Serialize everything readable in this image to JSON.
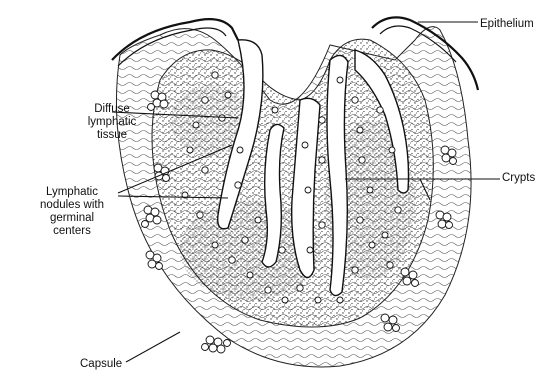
{
  "labels": {
    "epithelium": "Epithelium",
    "diffuse_line1": "Diffuse",
    "diffuse_line2": "lymphatic",
    "diffuse_line3": "tissue",
    "nodules_line1": "Lymphatic",
    "nodules_line2": "nodules with",
    "nodules_line3": "germinal",
    "nodules_line4": "centers",
    "crypts": "Crypts",
    "capsule": "Capsule"
  },
  "colors": {
    "ink": "#111111",
    "stipple": "#3a3a3a",
    "background": "#ffffff"
  }
}
